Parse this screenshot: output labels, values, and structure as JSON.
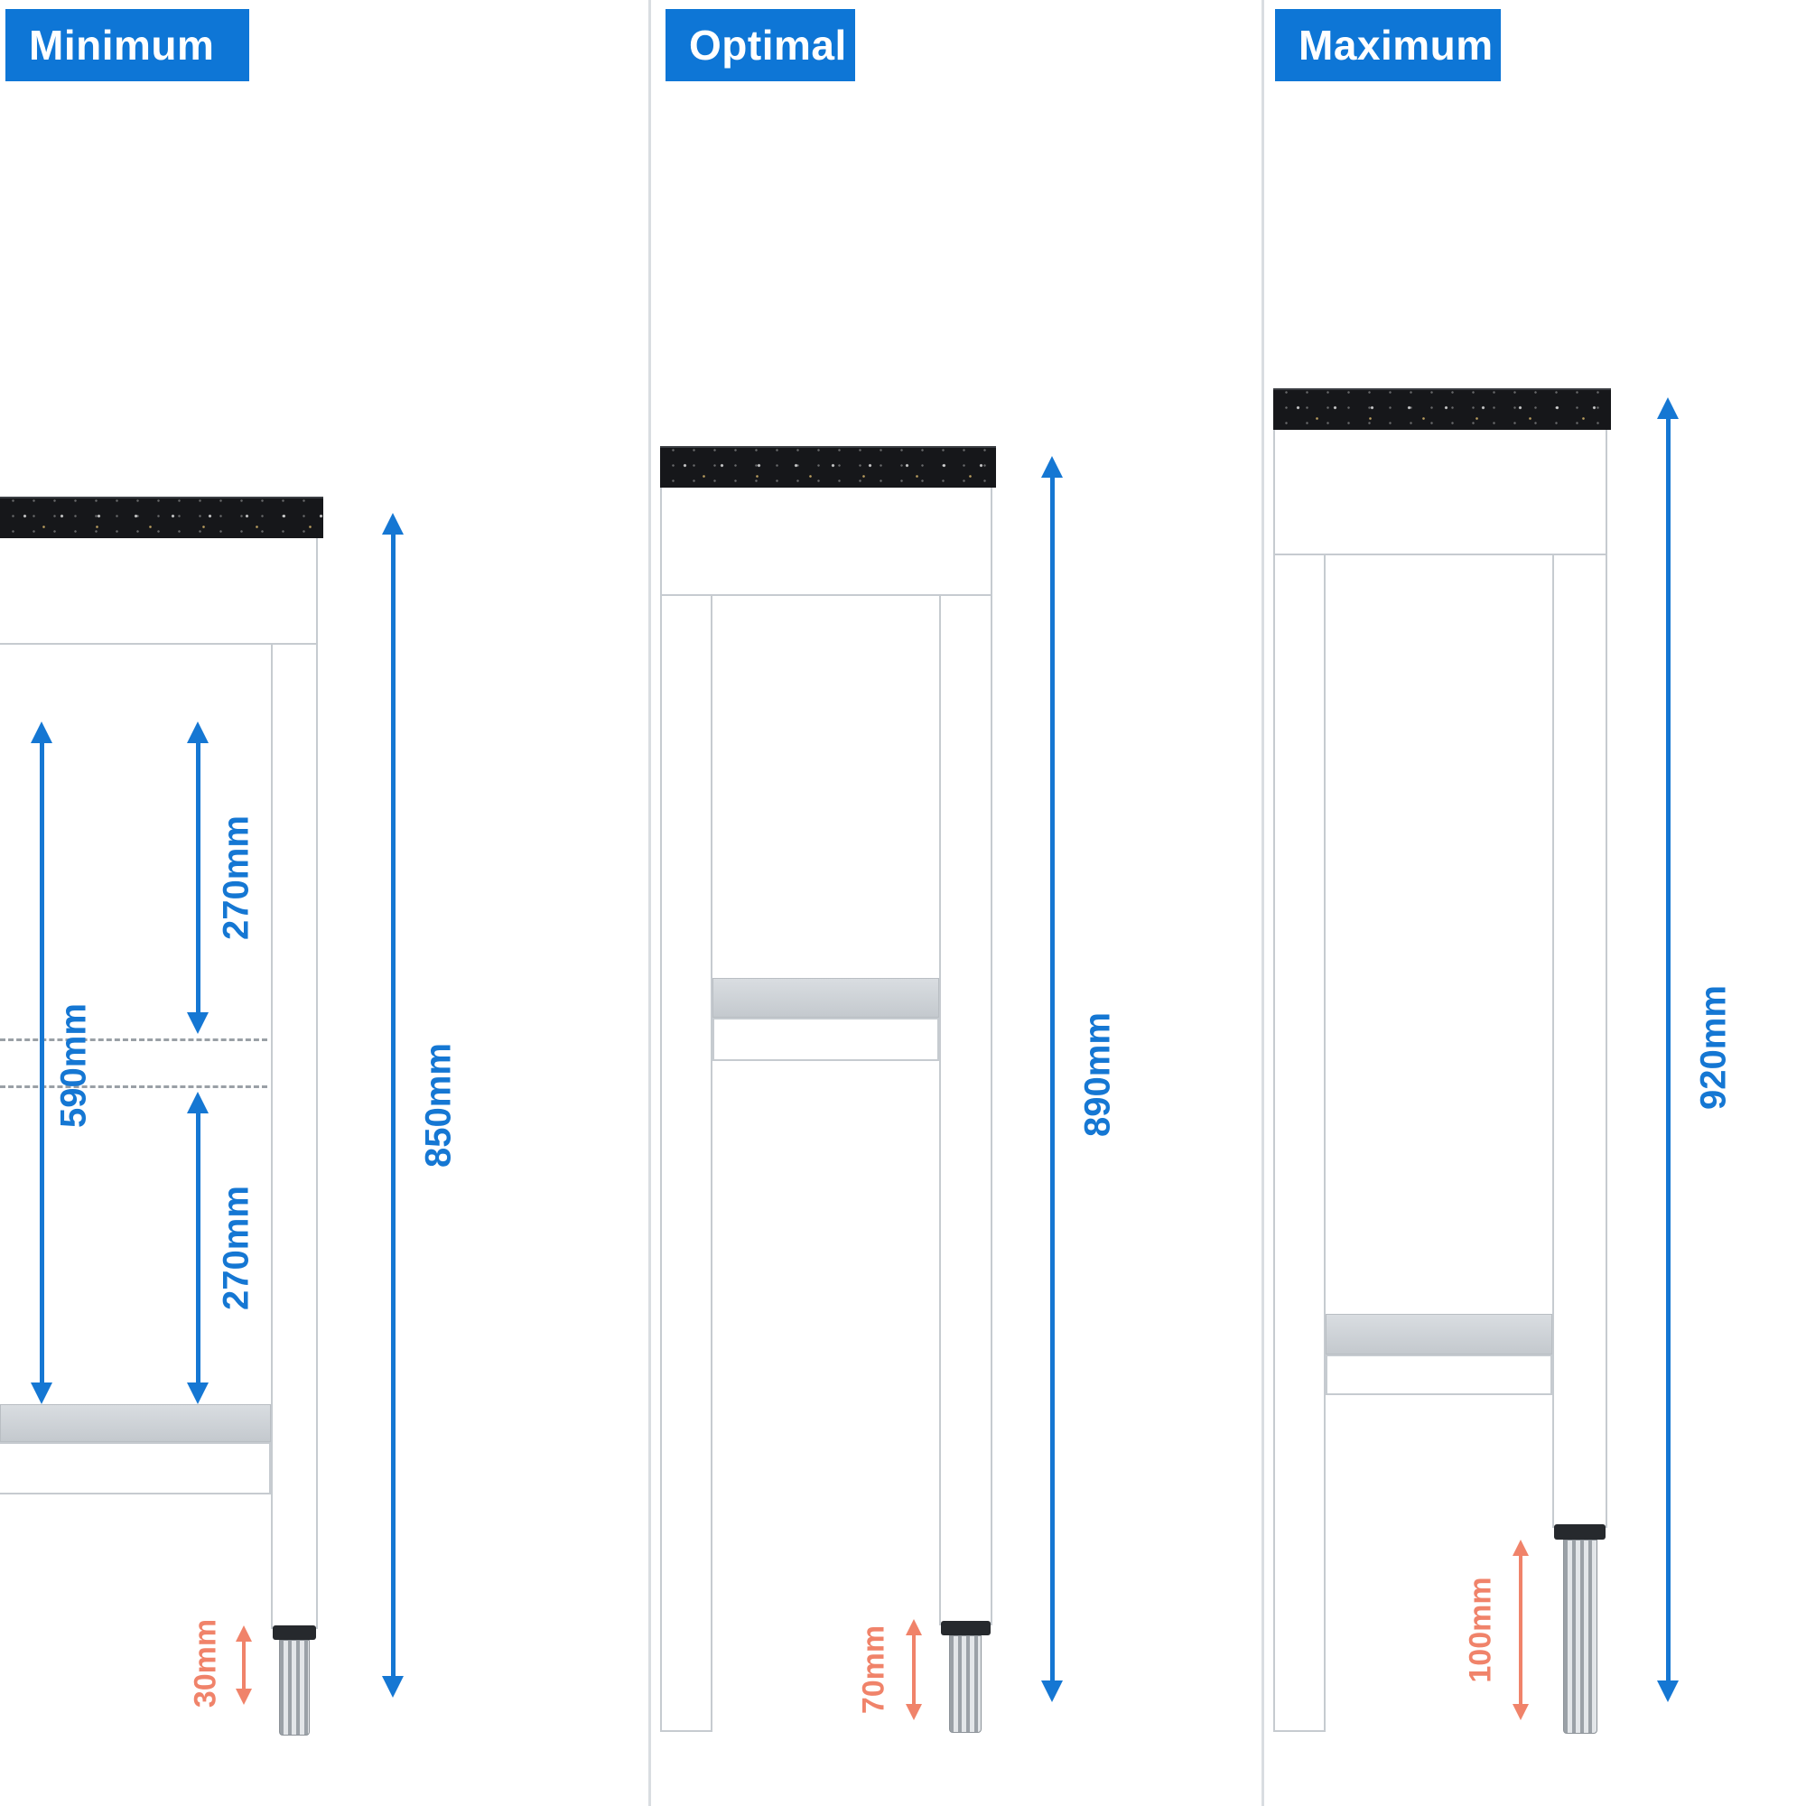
{
  "colors": {
    "accent_blue": "#0e76d6",
    "dimension_blue": "#1577d3",
    "dimension_orange": "#f0836a",
    "countertop_black": "#16171a",
    "frame_border_gray": "#c6cbd0"
  },
  "panels": [
    {
      "label": "Minimum",
      "overall_height": "850mm",
      "inner_height": "590mm",
      "upper_clearance": "270mm",
      "lower_clearance": "270mm",
      "foot_adjustment": "30mm"
    },
    {
      "label": "Optimal",
      "overall_height": "890mm",
      "foot_adjustment": "70mm"
    },
    {
      "label": "Maximum",
      "overall_height": "920mm",
      "foot_adjustment": "100mm"
    }
  ]
}
